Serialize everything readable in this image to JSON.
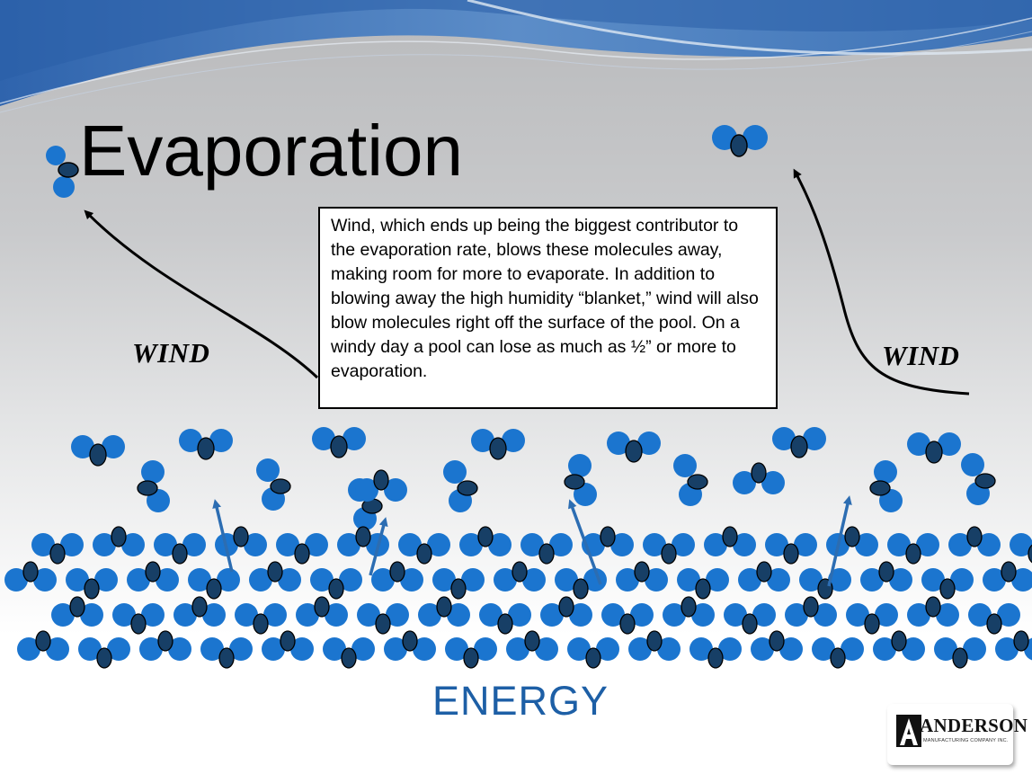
{
  "slide": {
    "title": "Evaporation",
    "callout_text": "Wind, which ends up being the biggest contributor to the evaporation rate, blows these molecules away, making room for more to evaporate.  In addition to blowing away the high humidity “blanket,” wind will also blow molecules right off the surface of the pool.  On a windy day a pool can lose as much as ½” or more to evaporation.",
    "wind_left_label": "WIND",
    "wind_right_label": "WIND",
    "energy_label": "ENERGY"
  },
  "logo": {
    "name": "ANDERSON",
    "subtitle": "MANUFACTURING COMPANY INC.",
    "mark_letter": "A"
  },
  "colors": {
    "hydrogen_atom": "#1b75cf",
    "oxygen_atom": "#173f66",
    "energy_text": "#1d5fa6",
    "up_arrow": "#2c6db2",
    "header_wave": "#3f74b4"
  },
  "molecule_rows": 4,
  "rising_arrows": 4
}
